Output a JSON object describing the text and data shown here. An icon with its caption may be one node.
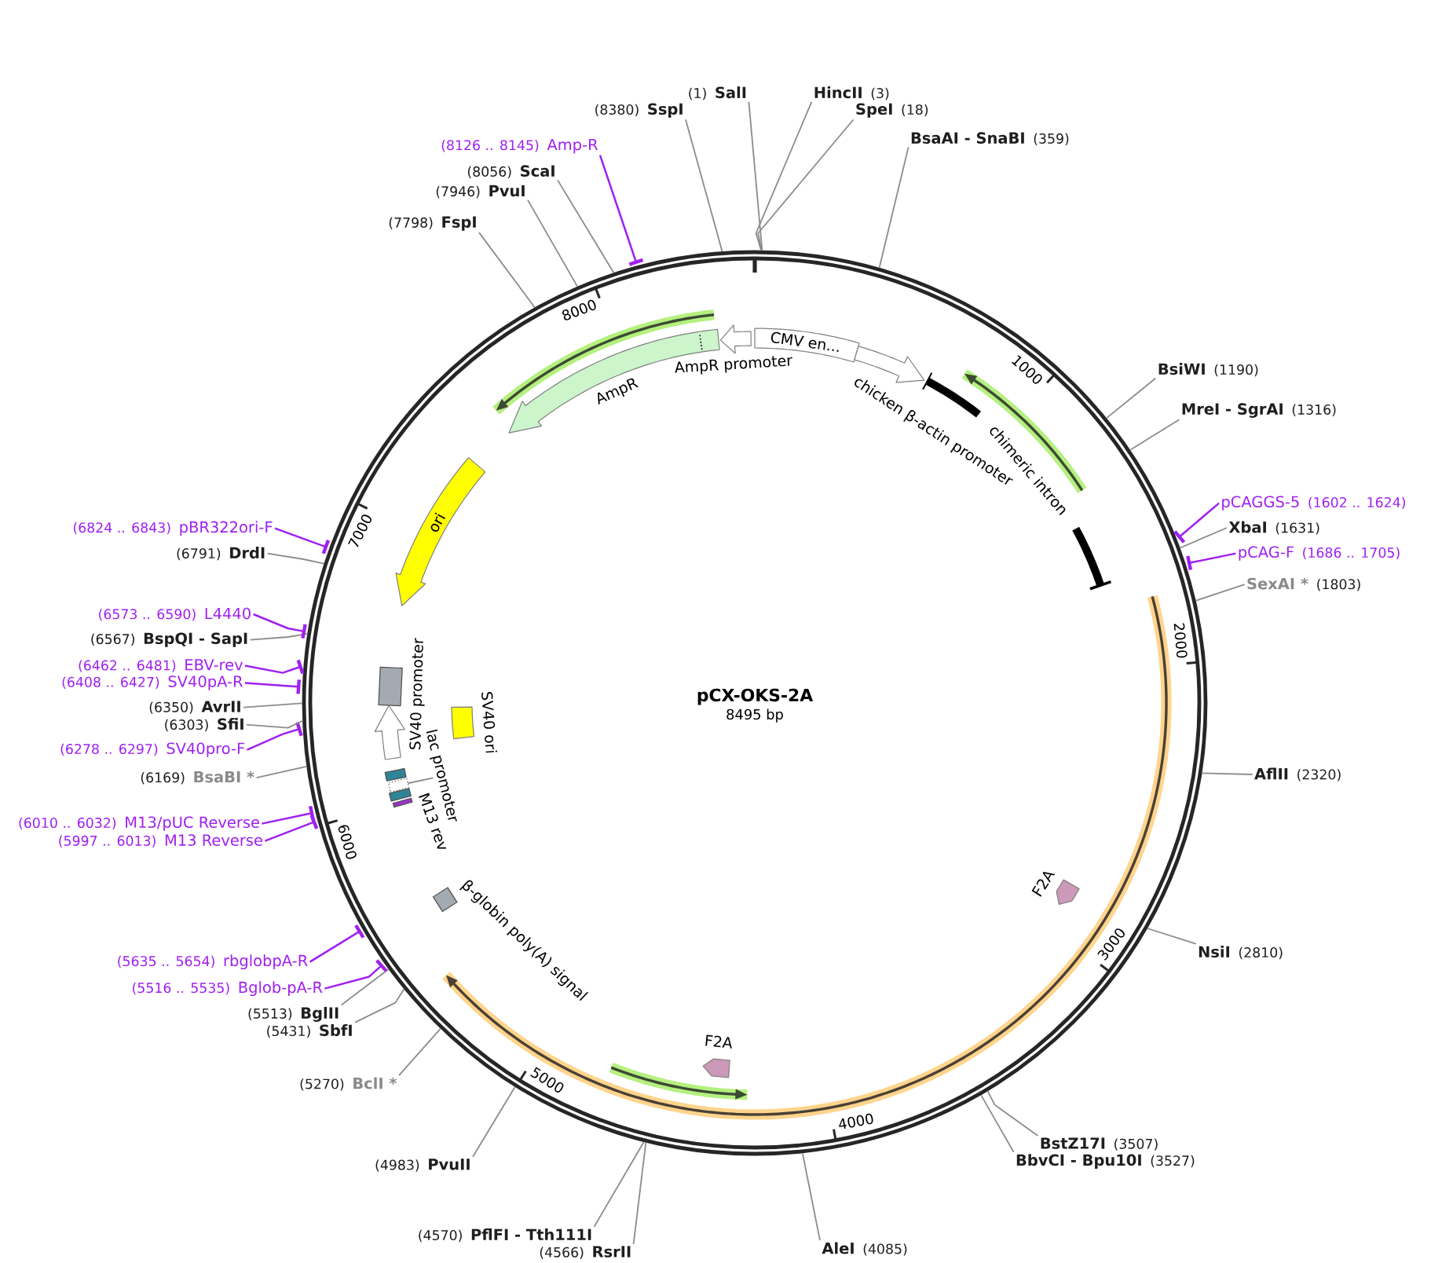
{
  "diagram": {
    "nodes": [
      {
        "text": [
          "pCX-OKS-2A",
          "8495 bp"
        ]
      },
      {
        "text": [
          "AmpR"
        ],
        "in": 0
      },
      {
        "text": [
          "AmpR promoter"
        ],
        "in": 0
      },
      {
        "text": [
          "CMV en..."
        ],
        "in": 0
      },
      {
        "text": [
          "chicken β-actin promoter"
        ],
        "in": 0
      },
      {
        "text": [
          "chimeric intron"
        ],
        "in": 0
      },
      {
        "text": [
          "F2A"
        ],
        "in": 0
      },
      {
        "text": [
          "F2A"
        ],
        "in": 0
      },
      {
        "text": [
          "β-globin poly(A) signal"
        ],
        "in": 0
      },
      {
        "text": [
          "ori"
        ],
        "in": 0
      },
      {
        "text": [],
        "shape": "box",
        "in": 0
      },
      {
        "text": [
          "SV40 promoter"
        ],
        "in": 0
      },
      {
        "text": [
          "SV40 ori"
        ],
        "in": 0
      },
      {
        "text": [],
        "shape": "box",
        "in": 0
      },
      {
        "text": [],
        "shape": "box",
        "in": 0
      },
      {
        "text": [
          "lac promoter"
        ],
        "in": 0
      },
      {
        "text": [],
        "shape": "box",
        "in": 0
      },
      {
        "text": [
          "M13 rev"
        ],
        "in": 0
      },
      {
        "text": [
          "(1)",
          "SalI"
        ]
      },
      {
        "text": [
          "HincII",
          "(3)"
        ]
      },
      {
        "text": [
          "SpeI",
          "(18)"
        ]
      },
      {
        "text": [
          "BsaAI - SnaBI",
          "(359)"
        ]
      },
      {
        "text": [
          "BsiWI",
          "(1190)"
        ]
      },
      {
        "text": [
          "MreI - SgrAI",
          "(1316)"
        ]
      },
      {
        "text": [
          "pCAGGS-5",
          "(1602 .. 1624)"
        ]
      },
      {
        "text": [
          "XbaI",
          "(1631)"
        ]
      },
      {
        "text": [
          "pCAG-F",
          "(1686 .. 1705)"
        ]
      },
      {
        "text": [
          "SexAI *",
          "(1803)"
        ]
      },
      {
        "text": [
          "AflII",
          "(2320)"
        ]
      },
      {
        "text": [
          "NsiI",
          "(2810)"
        ]
      },
      {
        "text": [
          "BstZ17I",
          "(3507)"
        ]
      },
      {
        "text": [
          "BbvCI - Bpu10I",
          "(3527)"
        ]
      },
      {
        "text": [
          "AleI",
          "(4085)"
        ]
      },
      {
        "text": [
          "(4566)",
          "RsrII"
        ]
      },
      {
        "text": [
          "(4570)",
          "PflFI - Tth111I"
        ]
      },
      {
        "text": [
          "(4983)",
          "PvuII"
        ]
      },
      {
        "text": [
          "(5270)",
          "BclI *"
        ]
      },
      {
        "text": [
          "(5431)",
          "SbfI"
        ]
      },
      {
        "text": [
          "(5513)",
          "BglII"
        ]
      },
      {
        "text": [
          "(5516 .. 5535)",
          "Bglob-pA-R"
        ]
      },
      {
        "text": [
          "(5635 .. 5654)",
          "rbglobpA-R"
        ]
      },
      {
        "text": [
          "(5997 .. 6013)",
          "M13 Reverse"
        ]
      },
      {
        "text": [
          "(6010 .. 6032)",
          "M13/pUC Reverse"
        ]
      },
      {
        "text": [
          "(6169)",
          "BsaBI *"
        ]
      },
      {
        "text": [
          "(6278 .. 6297)",
          "SV40pro-F"
        ]
      },
      {
        "text": [
          "(6303)",
          "SfiI"
        ]
      },
      {
        "text": [
          "(6350)",
          "AvrII"
        ]
      },
      {
        "text": [
          "(6408 .. 6427)",
          "SV40pA-R"
        ]
      },
      {
        "text": [
          "(6462 .. 6481)",
          "EBV-rev"
        ]
      },
      {
        "text": [
          "(6567)",
          "BspQI - SapI"
        ]
      },
      {
        "text": [
          "(6573 .. 6590)",
          "L4440"
        ]
      },
      {
        "text": [
          "(6791)",
          "DrdI"
        ]
      },
      {
        "text": [
          "(6824 .. 6843)",
          "pBR322ori-F"
        ]
      },
      {
        "text": [
          "(7798)",
          "FspI"
        ]
      },
      {
        "text": [
          "(7946)",
          "PvuI"
        ]
      },
      {
        "text": [
          "(8056)",
          "ScaI"
        ]
      },
      {
        "text": [
          "(8126 .. 8145)",
          "Amp-R"
        ]
      },
      {
        "text": [
          "(8380)",
          "SspI"
        ]
      }
    ],
    "edges": [
      {
        "from": 18,
        "to": 0,
        "arrow": "none"
      },
      {
        "from": 19,
        "to": 0,
        "arrow": "none"
      },
      {
        "from": 20,
        "to": 0,
        "arrow": "none"
      },
      {
        "from": 21,
        "to": 0,
        "arrow": "none"
      },
      {
        "from": 22,
        "to": 0,
        "arrow": "none"
      },
      {
        "from": 23,
        "to": 0,
        "arrow": "none"
      },
      {
        "from": 24,
        "to": 0,
        "arrow": "other",
        "color": "#a020f0"
      },
      {
        "from": 25,
        "to": 0,
        "arrow": "none"
      },
      {
        "from": 26,
        "to": 0,
        "arrow": "other",
        "color": "#a020f0"
      },
      {
        "from": 27,
        "to": 0,
        "arrow": "none"
      },
      {
        "from": 28,
        "to": 0,
        "arrow": "none"
      },
      {
        "from": 29,
        "to": 0,
        "arrow": "none"
      },
      {
        "from": 30,
        "to": 0,
        "arrow": "none"
      },
      {
        "from": 31,
        "to": 0,
        "arrow": "none"
      },
      {
        "from": 32,
        "to": 0,
        "arrow": "none"
      },
      {
        "from": 33,
        "to": 0,
        "arrow": "none"
      },
      {
        "from": 34,
        "to": 0,
        "arrow": "none"
      },
      {
        "from": 35,
        "to": 0,
        "arrow": "none"
      },
      {
        "from": 36,
        "to": 0,
        "arrow": "none"
      },
      {
        "from": 37,
        "to": 0,
        "arrow": "none"
      },
      {
        "from": 38,
        "to": 0,
        "arrow": "none"
      },
      {
        "from": 39,
        "to": 0,
        "arrow": "other",
        "color": "#a020f0"
      },
      {
        "from": 40,
        "to": 0,
        "arrow": "other",
        "color": "#a020f0"
      },
      {
        "from": 41,
        "to": 0,
        "arrow": "other",
        "color": "#a020f0"
      },
      {
        "from": 42,
        "to": 0,
        "arrow": "other",
        "color": "#a020f0"
      },
      {
        "from": 43,
        "to": 0,
        "arrow": "none"
      },
      {
        "from": 44,
        "to": 0,
        "arrow": "other",
        "color": "#a020f0"
      },
      {
        "from": 45,
        "to": 0,
        "arrow": "none"
      },
      {
        "from": 46,
        "to": 0,
        "arrow": "none"
      },
      {
        "from": 47,
        "to": 0,
        "arrow": "other",
        "color": "#a020f0"
      },
      {
        "from": 48,
        "to": 0,
        "arrow": "other",
        "color": "#a020f0"
      },
      {
        "from": 49,
        "to": 0,
        "arrow": "none"
      },
      {
        "from": 50,
        "to": 0,
        "arrow": "other",
        "color": "#a020f0"
      },
      {
        "from": 51,
        "to": 0,
        "arrow": "none"
      },
      {
        "from": 52,
        "to": 0,
        "arrow": "other",
        "color": "#a020f0"
      },
      {
        "from": 53,
        "to": 0,
        "arrow": "none"
      },
      {
        "from": 54,
        "to": 0,
        "arrow": "none"
      },
      {
        "from": 55,
        "to": 0,
        "arrow": "none"
      },
      {
        "from": 56,
        "to": 0,
        "arrow": "other",
        "color": "#a020f0"
      },
      {
        "from": 57,
        "to": 0,
        "arrow": "none"
      },
      {
        "from": 15,
        "to": 14,
        "arrow": "none"
      }
    ],
    "labels": [
      "1000",
      "2000",
      "3000",
      "4000",
      "5000",
      "6000",
      "7000",
      "8000"
    ]
  }
}
